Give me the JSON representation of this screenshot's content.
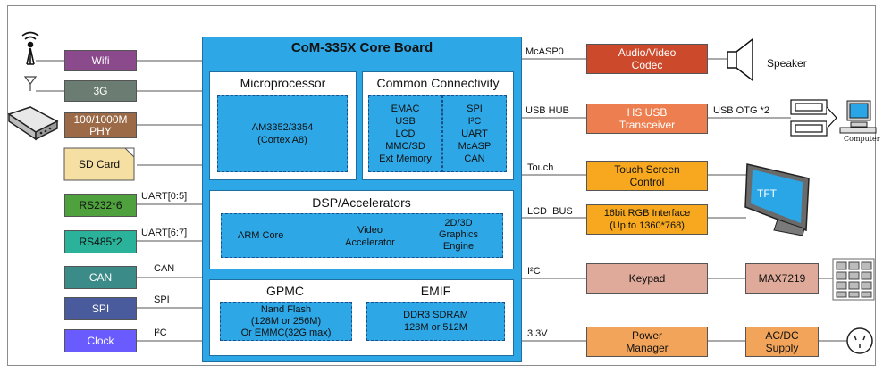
{
  "core": {
    "title": "CoM-335X Core Board",
    "microprocessor": {
      "title": "Microprocessor",
      "body": "AM3352/3354\n(Cortex A8)"
    },
    "connectivity": {
      "title": "Common Connectivity",
      "left": "EMAC\nUSB\nLCD\nMMC/SD\nExt Memory",
      "right": "SPI\nI²C\nUART\nMcASP\nCAN"
    },
    "dsp": {
      "title": "DSP/Accelerators",
      "arm": "ARM Core",
      "video": "Video\nAccelerator",
      "graphics": "2D/3D\nGraphics\nEngine"
    },
    "gpmc": {
      "title": "GPMC",
      "body": "Nand Flash\n(128M or 256M)\nOr EMMC(32G max)"
    },
    "emif": {
      "title": "EMIF",
      "body": "DDR3 SDRAM\n128M or 512M"
    }
  },
  "left_blocks": {
    "wifi": "Wifi",
    "g3": "3G",
    "phy": "100/1000M\nPHY",
    "sdcard": "SD Card",
    "rs232": "RS232*6",
    "rs485": "RS485*2",
    "can": "CAN",
    "spi": "SPI",
    "clock": "Clock"
  },
  "left_wires": {
    "uart05": "UART[0:5]",
    "uart67": "UART[6:7]",
    "can": "CAN",
    "spi": "SPI",
    "i2c": "I²C"
  },
  "right_wires": {
    "mcasp": "McASP0",
    "usbhub": "USB HUB",
    "touch": "Touch",
    "lcdbus": "LCD  BUS",
    "i2c": "I²C",
    "v33": "3.3V",
    "usbotg": "USB OTG *2"
  },
  "right_blocks": {
    "audio": "Audio/Video\nCodec",
    "usb": "HS USB\nTransceiver",
    "touch": "Touch Screen\nControl",
    "rgb": "16bit RGB Interface\n(Up to 1360*768)",
    "keypad": "Keypad",
    "max": "MAX7219",
    "power": "Power\nManager",
    "acdc": "AC/DC\nSupply"
  },
  "peripherals": {
    "speaker": "Speaker",
    "computer": "Computer",
    "tft": "TFT"
  },
  "colors": {
    "core": "#2da7e6",
    "wifi": "#8a4a8c",
    "g3": "#6b7d72",
    "phy": "#9c6a46",
    "sdcard": "#f5dfa3",
    "rs232": "#4ea13d",
    "rs485": "#2ab39a",
    "can": "#3b8c89",
    "spi": "#4a5b9d",
    "clock": "#6a5bff",
    "audio": "#cc4a2b",
    "usb": "#ec7e4f",
    "touch": "#f7a81e",
    "rgb": "#f7a81e",
    "keypad": "#e0aa9a",
    "max": "#e0aa9a",
    "power": "#f2a45a",
    "acdc": "#f2a45a"
  }
}
